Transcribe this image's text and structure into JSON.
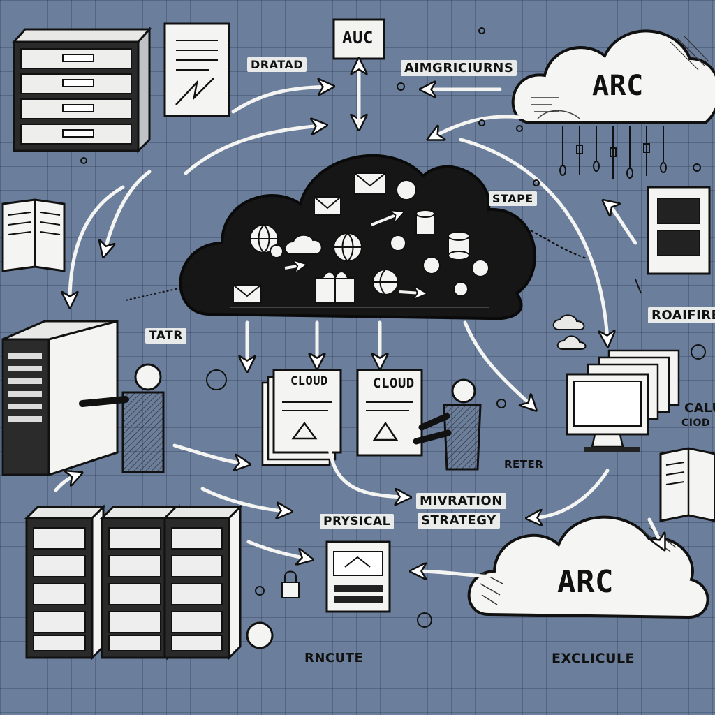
{
  "labels": {
    "auc": "AUC",
    "dratad": "DRATAD",
    "aimgricirns": "AIMGRICIURNS",
    "arc_top": "ARC",
    "stape": "STAPE",
    "roaiffire": "ROAIFIRE",
    "tatr": "TATR",
    "cloud_left": "CLOUD",
    "cloud_right": "CLOUD",
    "calu": "CALU",
    "ciod": "CIOD",
    "reter": "RETER",
    "mivration": "MIVRATION",
    "strategy": "STRATEGY",
    "prysical": "PRYSICAL",
    "arc_bottom": "ARC",
    "rncute": "RNCUTE",
    "exclicule": "EXCLICULE"
  },
  "colors": {
    "background": "#6b7f9c",
    "ink": "#111111",
    "paper": "#f3f3f0",
    "dark_cloud": "#161616"
  },
  "icons": [
    "server-rack-icon",
    "document-icon",
    "open-book-icon",
    "tower-server-icon",
    "person-icon",
    "envelope-icon",
    "database-icon",
    "monitor-icon",
    "cloud-icon",
    "arrow-icon"
  ]
}
